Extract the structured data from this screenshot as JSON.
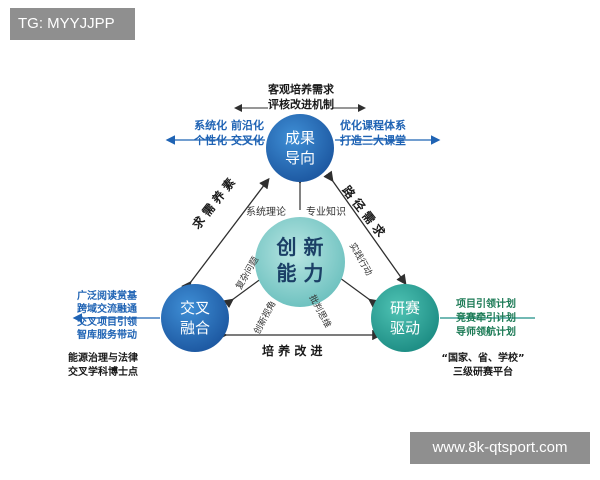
{
  "tag": "TG: MYYJJPP",
  "watermark": "www.8k-qtsport.com",
  "center": {
    "line1": "创 新",
    "line2": "能 力"
  },
  "nodes": {
    "top": {
      "line1": "成果",
      "line2": "导向"
    },
    "left": {
      "line1": "交叉",
      "line2": "融合"
    },
    "right": {
      "line1": "研赛",
      "line2": "驱动"
    }
  },
  "top_notes": {
    "line1": "客观培养需求",
    "line2": "评核改进机制"
  },
  "top_left": {
    "line1": "系统化  前沿化",
    "line2": "个性化  交叉化"
  },
  "top_right": {
    "line1": "优化课程体系",
    "line2": "打造三大课堂"
  },
  "left_list": [
    "广泛阅读赏基",
    "跨域交流融通",
    "交叉项目引领",
    "智库服务带动"
  ],
  "left_bottom": {
    "line1": "能源治理与法律",
    "line2": "交叉学科博士点"
  },
  "right_list": [
    "项目引领计划",
    "竞赛牵引计划",
    "导师领航计划"
  ],
  "right_bottom": {
    "line1": "“国家、省、学校”",
    "line2": "三级研赛平台"
  },
  "edges": {
    "left": "求 需 养 素",
    "right": "路 径 需 求",
    "bottom": "培 养 改 进"
  },
  "inner": {
    "top_left": "系统理论",
    "top_right": "专业知识",
    "left": "复杂问题",
    "right": "实践行动",
    "bottom_left": "创新视角",
    "bottom_right": "批判思维"
  },
  "colors": {
    "blue_node": "#2a6fb8",
    "teal_node": "#2fa8a0",
    "center": "#8fd0cf",
    "arrow": "#2f2f2f"
  }
}
